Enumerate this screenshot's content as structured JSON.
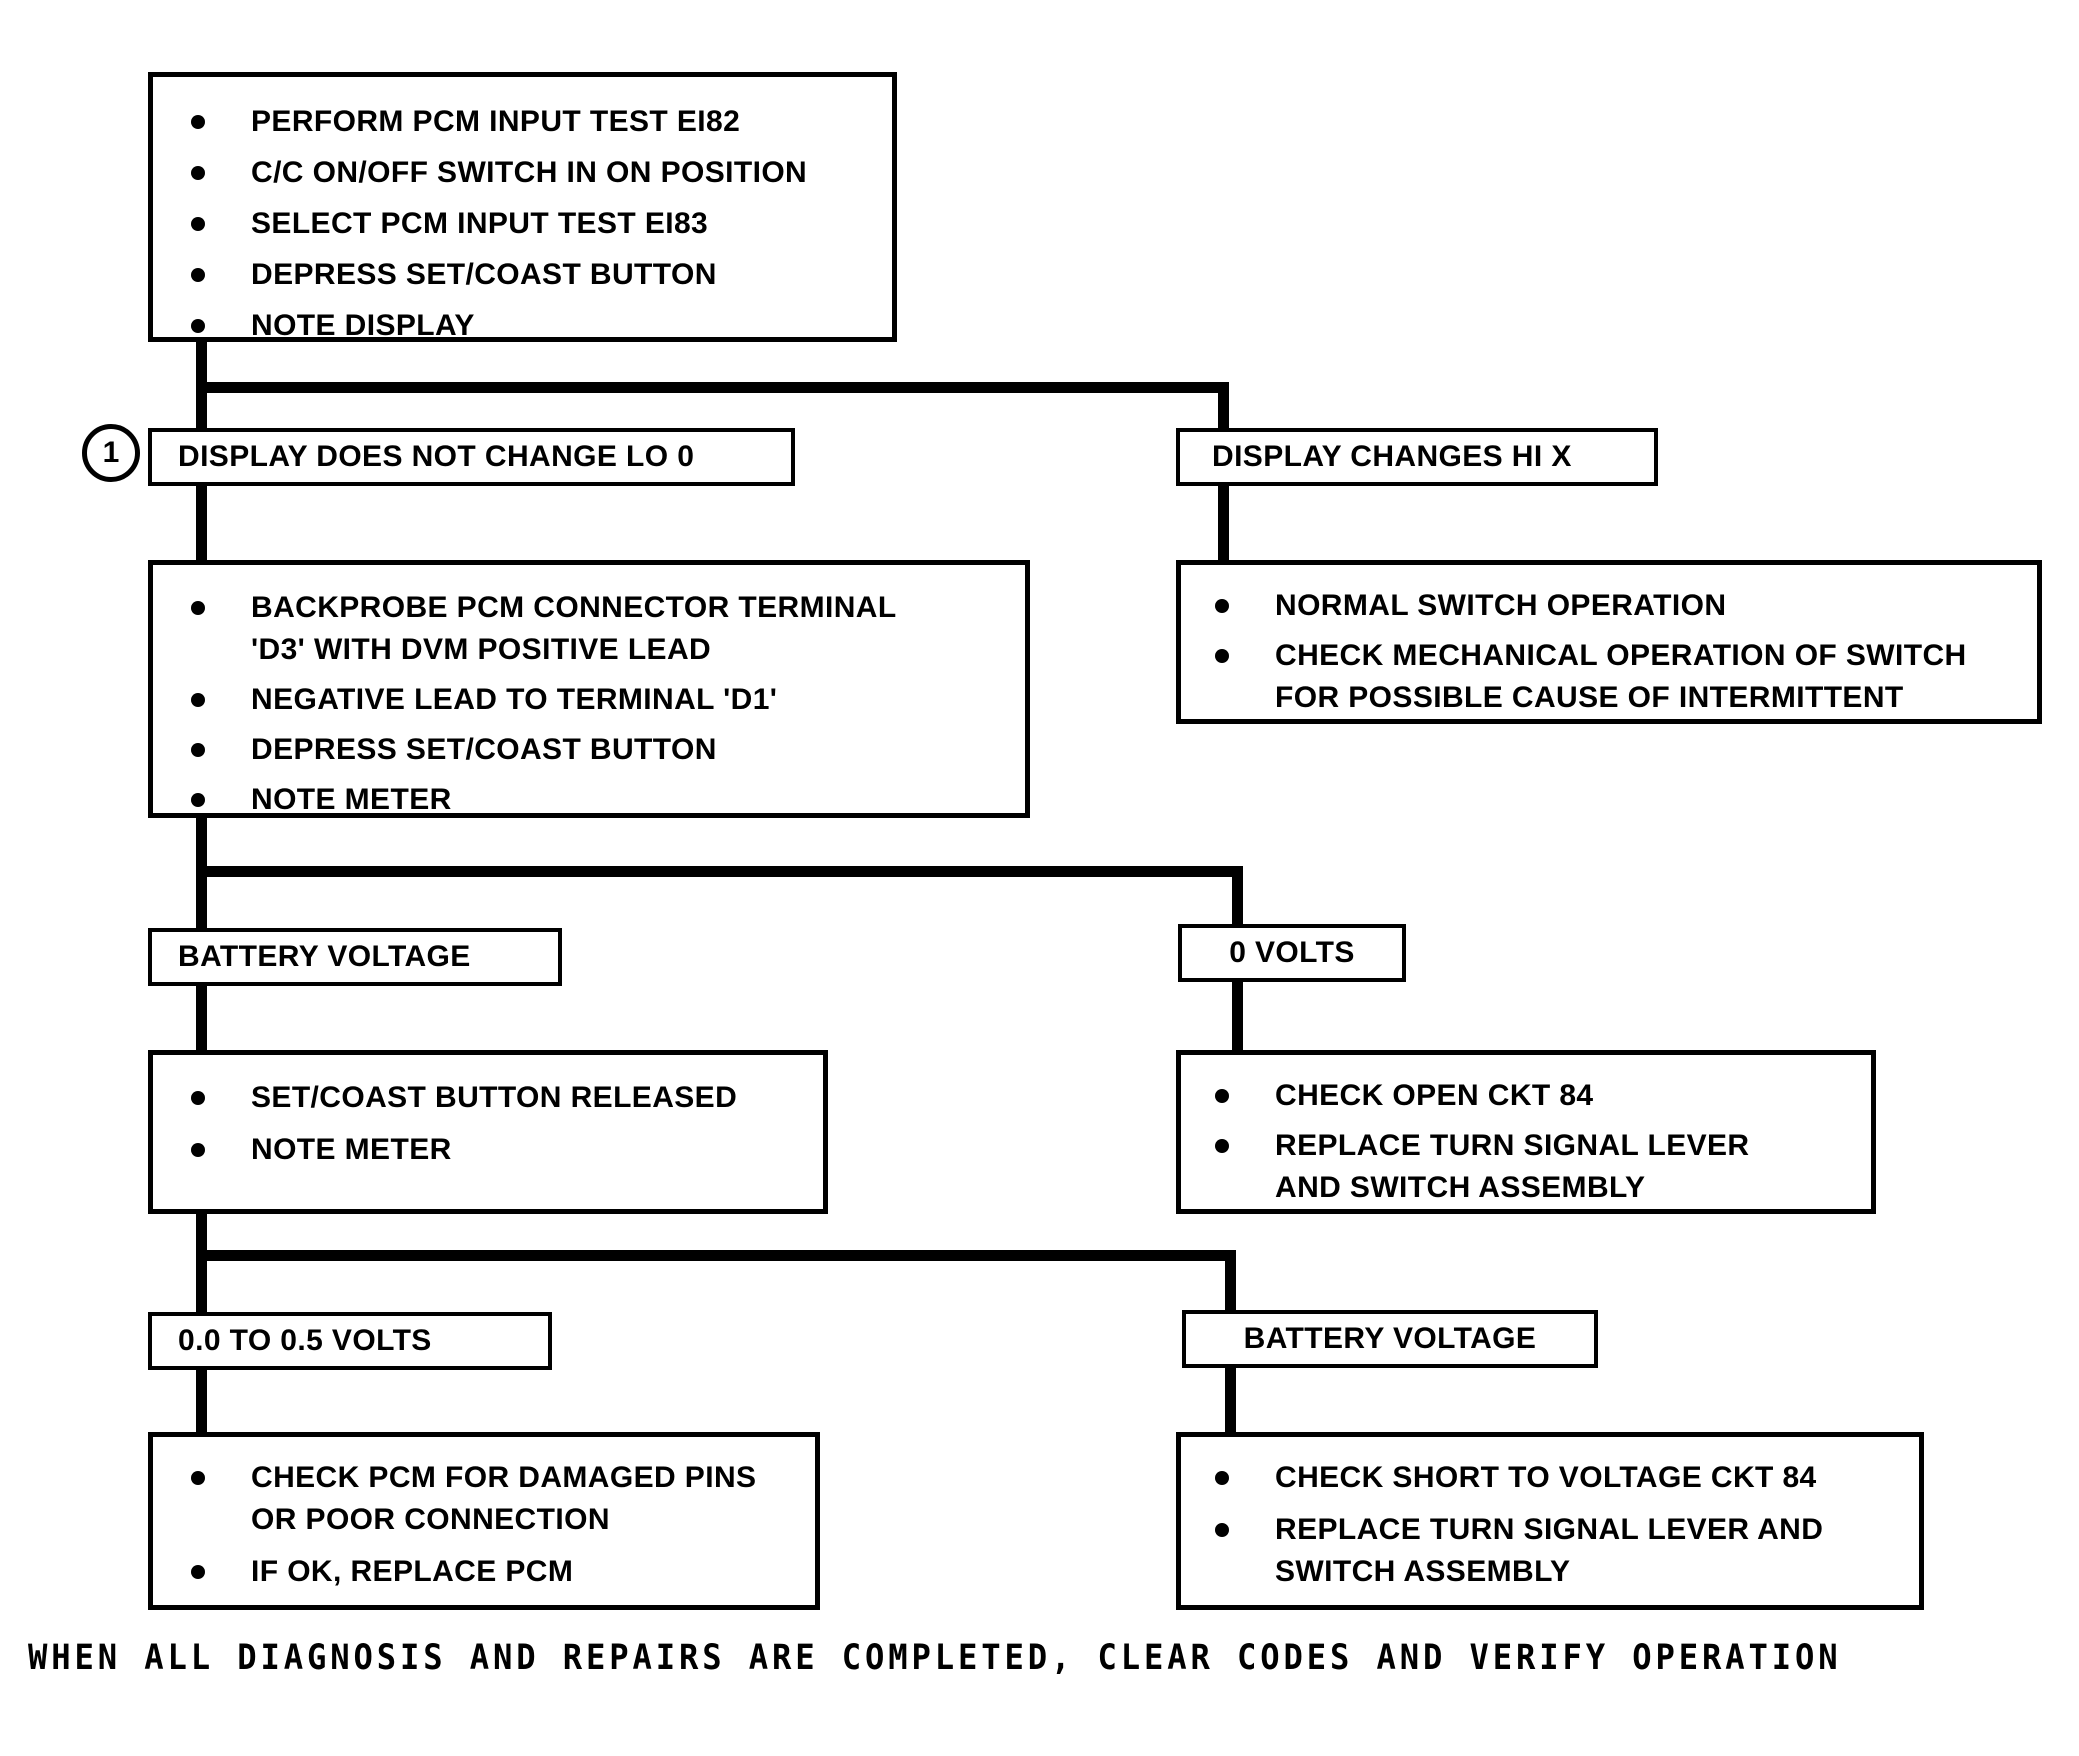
{
  "diagram": {
    "type": "troubleshooting-flowchart",
    "title_marker": "1",
    "footer": "WHEN ALL DIAGNOSIS AND REPAIRS ARE COMPLETED, CLEAR CODES AND VERIFY OPERATION",
    "colors": {
      "ink": "#000000",
      "paper": "#ffffff"
    }
  },
  "nodes": {
    "start_test": {
      "kind": "action-box",
      "items": [
        "PERFORM PCM INPUT TEST EI82",
        "C/C ON/OFF SWITCH IN ON POSITION",
        "SELECT PCM INPUT TEST EI83",
        "DEPRESS SET/COAST BUTTON",
        "NOTE DISPLAY"
      ]
    },
    "branch_display_no_change": {
      "kind": "result-label",
      "label": "DISPLAY DOES NOT CHANGE LO 0",
      "marker": "1"
    },
    "branch_display_changes": {
      "kind": "result-label",
      "label": "DISPLAY CHANGES HI X"
    },
    "backprobe_test": {
      "kind": "action-box",
      "items": [
        "BACKPROBE PCM CONNECTOR TERMINAL\n'D3' WITH DVM POSITIVE LEAD",
        "NEGATIVE LEAD TO TERMINAL 'D1'",
        "DEPRESS SET/COAST  BUTTON",
        "NOTE METER"
      ]
    },
    "normal_switch": {
      "kind": "action-box",
      "items": [
        "NORMAL SWITCH OPERATION",
        "CHECK MECHANICAL OPERATION OF SWITCH\nFOR POSSIBLE  CAUSE OF INTERMITTENT"
      ]
    },
    "battery_voltage_1": {
      "kind": "result-label",
      "label": "BATTERY VOLTAGE"
    },
    "zero_volts": {
      "kind": "result-label",
      "label": "0 VOLTS"
    },
    "released_test": {
      "kind": "action-box",
      "items": [
        "SET/COAST BUTTON RELEASED",
        "NOTE METER"
      ]
    },
    "open_ckt": {
      "kind": "action-box",
      "items": [
        "CHECK OPEN CKT 84",
        "REPLACE TURN SIGNAL LEVER\nAND SWITCH ASSEMBLY"
      ]
    },
    "low_volts": {
      "kind": "result-label",
      "label": "0.0 TO 0.5 VOLTS"
    },
    "battery_voltage_2": {
      "kind": "result-label",
      "label": "BATTERY VOLTAGE"
    },
    "pcm_check": {
      "kind": "action-box",
      "items": [
        "CHECK PCM FOR DAMAGED PINS\nOR POOR CONNECTION",
        "IF OK, REPLACE PCM"
      ]
    },
    "short_ckt": {
      "kind": "action-box",
      "items": [
        "CHECK SHORT TO VOLTAGE CKT 84",
        "REPLACE TURN SIGNAL LEVER AND\nSWITCH ASSEMBLY"
      ]
    }
  }
}
